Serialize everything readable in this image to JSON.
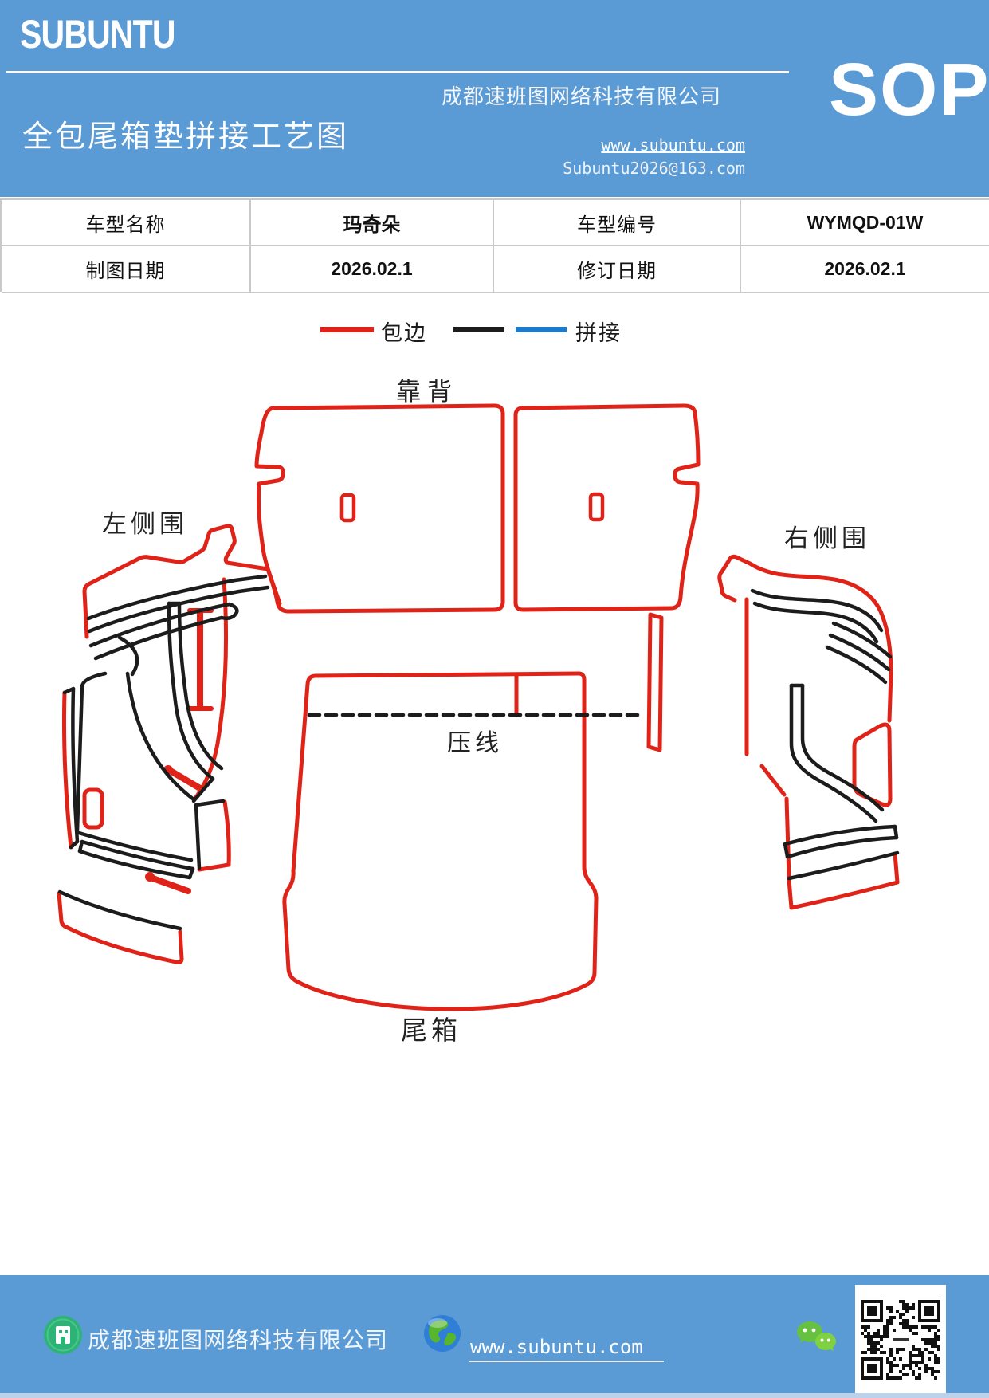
{
  "header": {
    "logo": "SUBUNTU",
    "company": "成都速班图网络科技有限公司",
    "badge": "SOP",
    "title": "全包尾箱垫拼接工艺图",
    "website": "www.subuntu.com",
    "email": "Subuntu2026@163.com"
  },
  "info_table": {
    "rows": [
      [
        "车型名称",
        "玛奇朵",
        "车型编号",
        "WYMQD-01W"
      ],
      [
        "制图日期",
        "2026.02.1",
        "修订日期",
        "2026.02.1"
      ]
    ]
  },
  "legend": {
    "items": [
      {
        "label": "包边",
        "colors": [
          "#e02318"
        ]
      },
      {
        "label": "拼接",
        "colors": [
          "#1c1c1c",
          "#1b7ac9"
        ]
      }
    ]
  },
  "diagram": {
    "labels": {
      "backrest": "靠背",
      "left_side": "左侧围",
      "right_side": "右侧围",
      "press_line": "压线",
      "trunk": "尾箱"
    },
    "colors": {
      "edge_wrap_red": "#e02318",
      "splice_black": "#1c1c1c",
      "splice_blue": "#1b7ac9"
    }
  },
  "footer": {
    "company": "成都速班图网络科技有限公司",
    "website": "www.subuntu.com",
    "icons": [
      "company-building-icon",
      "globe-icon",
      "wechat-icon",
      "qr-code"
    ]
  },
  "theme": {
    "accent_blue": "#5b9bd5"
  }
}
